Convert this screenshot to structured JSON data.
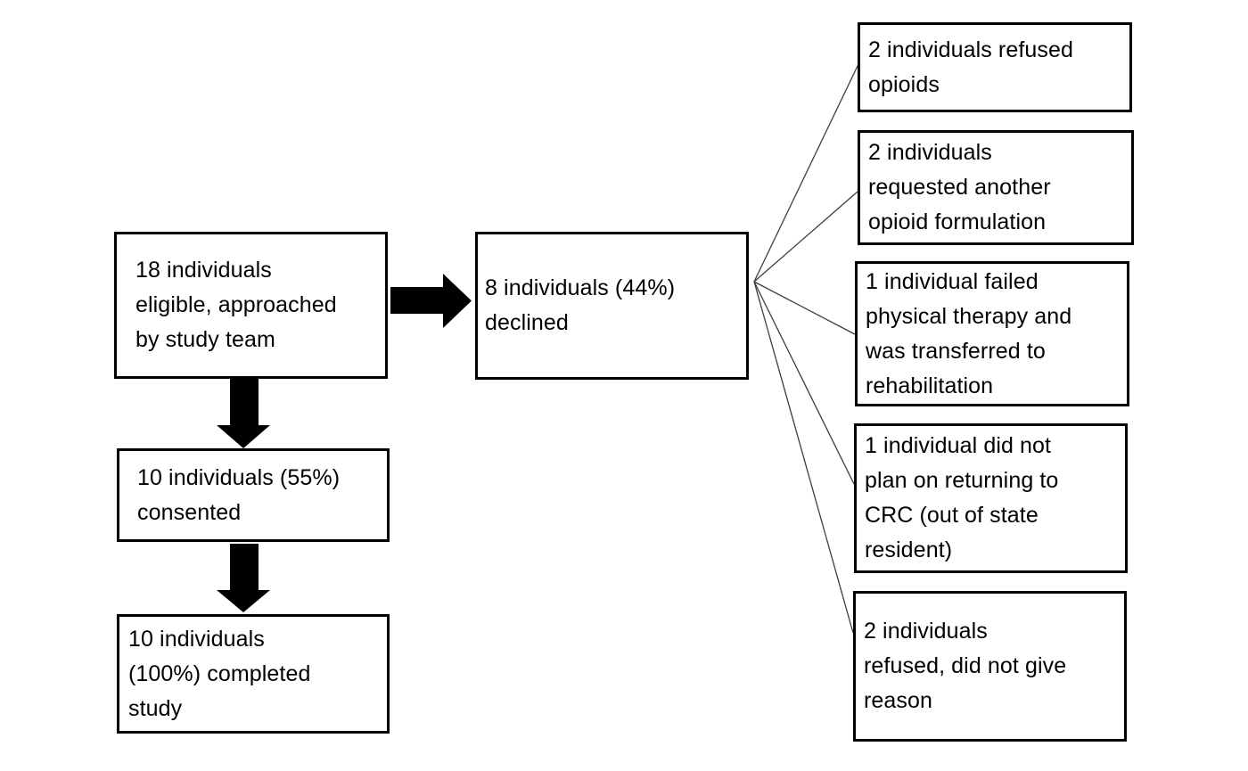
{
  "boxes": {
    "eligible": "18 individuals\neligible, approached\nby study team",
    "declined": "8 individuals (44%)\ndeclined",
    "consented": "10 individuals (55%)\nconsented",
    "completed": "10 individuals\n(100%) completed\nstudy",
    "reason_1": "2 individuals refused\nopioids",
    "reason_2": "2 individuals\nrequested another\nopioid formulation",
    "reason_3": "1 individual failed\nphysical therapy and\nwas transferred to\nrehabilitation",
    "reason_4": "1 individual did not\nplan on returning to\nCRC (out of state\nresident)",
    "reason_5": "2 individuals\nrefused, did not give\nreason"
  },
  "colors": {
    "box_border": "#000000",
    "box_background": "#ffffff",
    "arrow_fill": "#000000",
    "connector_line": "#3d3d3d",
    "page_background": "#ffffff",
    "text": "#000000"
  }
}
